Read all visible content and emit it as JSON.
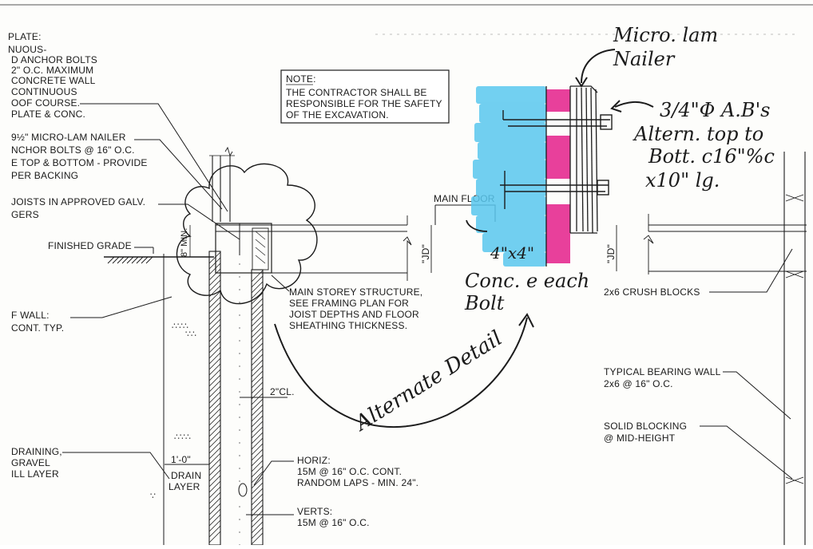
{
  "note_box": {
    "heading": "NOTE:",
    "lines": [
      "THE CONTRACTOR SHALL BE",
      "RESPONSIBLE FOR THE SAFETY",
      "OF THE EXCAVATION."
    ]
  },
  "left_notes": {
    "plate_block": [
      "PLATE:",
      "NUOUS-",
      "D ANCHOR BOLTS",
      "2\" O.C. MAXIMUM",
      "CONCRETE WALL",
      "CONTINUOUS",
      "OOF COURSE.",
      "PLATE & CONC."
    ],
    "nailer_block": [
      "9½\" MICRO-LAM NAILER",
      "NCHOR BOLTS @ 16\" O.C.",
      "E TOP & BOTTOM - PROVIDE",
      "PER BACKING"
    ],
    "joists_block": [
      "JOISTS IN APPROVED GALV.",
      "GERS"
    ],
    "finished_grade": "FINISHED GRADE",
    "wall_block": [
      "F WALL:",
      "CONT. TYP."
    ],
    "drain_block": [
      "DRAINING,",
      "GRAVEL",
      "ILL LAYER"
    ]
  },
  "center_notes": {
    "main_floor": "MAIN FLOOR",
    "main_storey": [
      "MAIN STOREY STRUCTURE,",
      "SEE FRAMING PLAN FOR",
      "JOIST DEPTHS AND FLOOR",
      "SHEATHING THICKNESS."
    ],
    "clearance": "2\"CL.",
    "drain_dim": "1'-0\"",
    "drain_label": [
      "DRAIN",
      "LAYER"
    ],
    "min_dim": "8\" MIN.",
    "jd_left": "\"JD\"",
    "jd_right": "\"JD\"",
    "horiz": [
      "HORIZ:",
      "15M @ 16\" O.C. CONT.",
      "RANDOM LAPS - MIN. 24\"."
    ],
    "verts": [
      "VERTS:",
      "15M @ 16\" O.C."
    ]
  },
  "right_notes": {
    "crush": "2x6 CRUSH BLOCKS",
    "bearing_wall": [
      "TYPICAL BEARING WALL",
      "2x6 @ 16\" O.C."
    ],
    "solid_blocking": [
      "SOLID BLOCKING",
      "@ MID-HEIGHT"
    ]
  },
  "handwritten": {
    "micro_lam": [
      "Micro. lam",
      "Nailer"
    ],
    "anchor_bolts": [
      "3/4\"Φ A.B's",
      "Altern. top to",
      "Bott. c16\"%c",
      "x10\" lg."
    ],
    "four_by_four": "4\"x4\"",
    "conc_bolt": [
      "Conc. e each",
      "Bolt"
    ],
    "alternate": "Alternate Detail"
  },
  "colors": {
    "ink": "#1c1c1c",
    "highlight_blue": "#59c8ef",
    "highlight_magenta": "#e8409b",
    "paper": "#fdfdfb"
  }
}
